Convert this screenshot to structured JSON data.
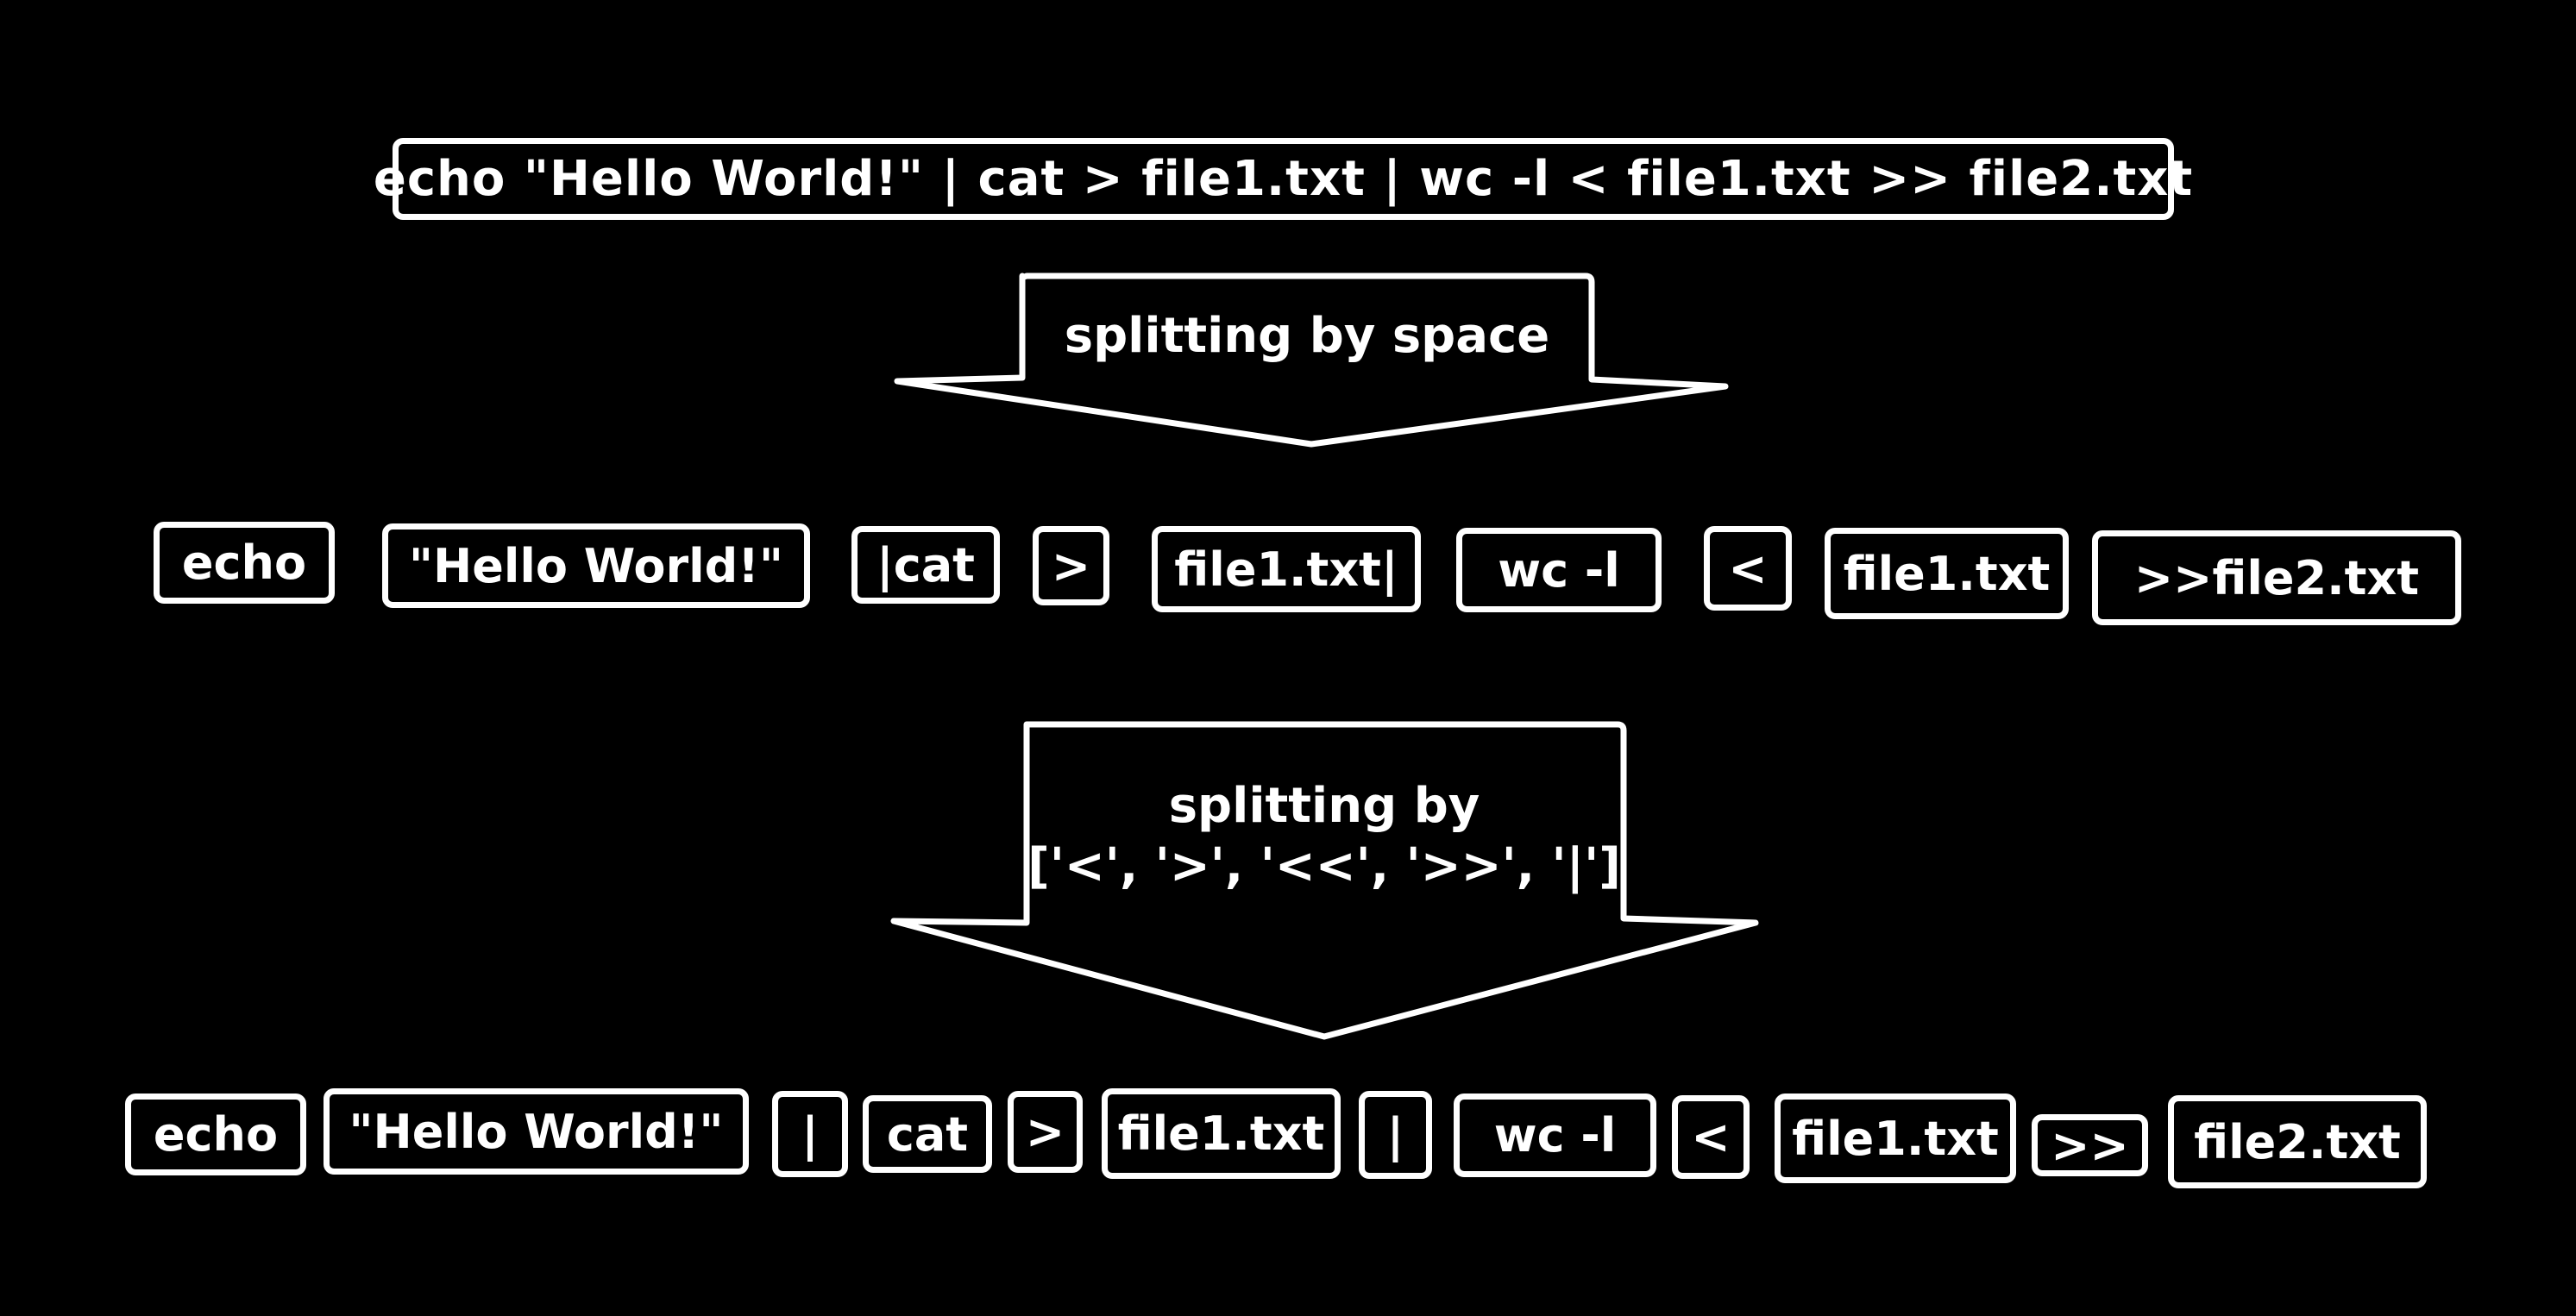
{
  "command": "echo \"Hello World!\" | cat > file1.txt | wc -l < file1.txt >> file2.txt",
  "step1_label": "splitting by space",
  "row1_tokens": [
    "echo",
    "\"Hello World!\"",
    "|cat",
    ">",
    "file1.txt|",
    "wc -l",
    "<",
    "file1.txt",
    ">>file2.txt"
  ],
  "step2_label_line1": "splitting by",
  "step2_label_line2": "['<', '>', '<<', '>>', '|']",
  "row2_tokens": [
    "echo",
    "\"Hello World!\"",
    "|",
    "cat",
    ">",
    "file1.txt",
    "|",
    "wc -l",
    "<",
    "file1.txt",
    ">>",
    "file2.txt"
  ],
  "colors": {
    "background": "#000000",
    "stroke": "#ffffff"
  }
}
